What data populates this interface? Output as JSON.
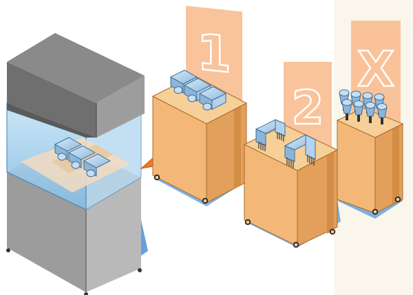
{
  "panels": {
    "first": "1",
    "second": "2",
    "third": "X"
  },
  "colors": {
    "panel": "#f8b98a",
    "cart_top": "#f7c98c",
    "cart_front": "#e9a85c",
    "cart_side": "#d9924a",
    "machine_top": "#8f8f8f",
    "machine_front": "#a9a9a9",
    "machine_dark": "#6c6c6c",
    "glass": "#8fc4e6",
    "module": "#a9cfee",
    "arrow": "#f07b20",
    "shadow": "#4a90d9"
  },
  "icons": [
    "pipetting-head-icon",
    "channel-pipette-icon",
    "multi-tip-head-icon",
    "transfer-arrow-icon"
  ]
}
